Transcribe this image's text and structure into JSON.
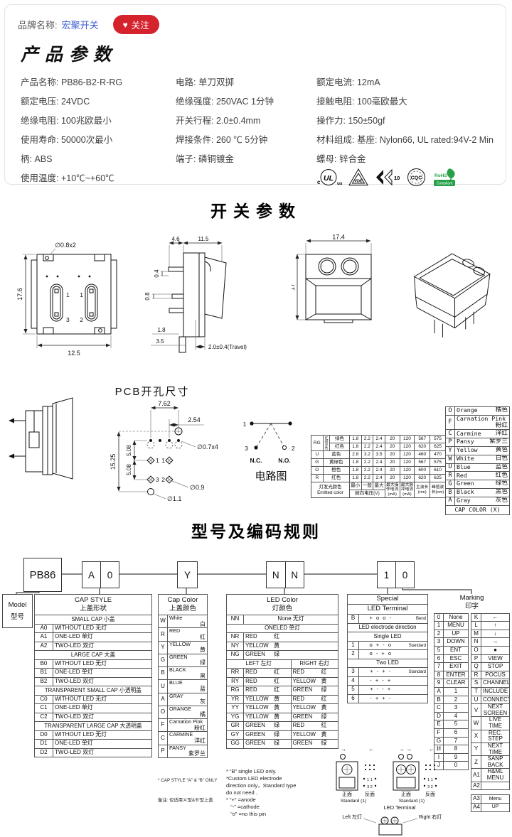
{
  "brand": {
    "label": "品牌名称:",
    "name": "宏聚开关",
    "follow": "关注",
    "heart": "♥"
  },
  "product": {
    "title": "产品参数",
    "rows": [
      [
        "产品名称: PB86-B2-R-RG",
        "电路: 单刀双掷",
        "额定电流: 12mA"
      ],
      [
        "额定电压: 24VDC",
        "绝缘强度: 250VAC 1分钟",
        "接触电阻: 100毫欧最大"
      ],
      [
        "绝缘电阻: 100兆欧最小",
        "开关行程: 2.0±0.4mm",
        "操作力: 150±50gf"
      ],
      [
        "使用寿命: 50000次最小",
        "焊接条件: 260 ℃ 5分钟",
        "材料组成: 基座: Nylon66, UL rated:94V-2 Min"
      ],
      [
        "柄: ABS",
        "端子: 磷铜镀金",
        "螺母: 锌合金"
      ],
      [
        "使用温度: +10℃~+60℃",
        "",
        ""
      ]
    ]
  },
  "certs": {
    "ul_c": "c",
    "ul": "UL",
    "ul_us": "us",
    "vde": "VDE",
    "kc": "10",
    "cqc": "CQC",
    "rohs1": "RoHS",
    "rohs2": "Compliant"
  },
  "s1": {
    "title": "开关参数",
    "bv": {
      "dia": "∅0.8x2",
      "h": "17.6",
      "w": "12.5",
      "p_tl": "1",
      "p_tr": "1",
      "p_bl": "3",
      "p_br": "2"
    },
    "sv": {
      "d46": "4.6",
      "d115": "11.5",
      "d04": "0.4",
      "d08": "0.8",
      "d18": "1.8",
      "d35": "3.5",
      "travel": "2.0±0.4(Travel)"
    },
    "fv": {
      "w": "17.4",
      "h": "17"
    }
  },
  "pcb": {
    "title": "PCB开孔尺寸",
    "d762": "7.62",
    "d254": "2.54",
    "d1525": "15.25",
    "d508a": "5.08",
    "d508b": "5.08",
    "h07": "∅0.7x4",
    "h09": "∅0.9",
    "h11": "∅1.1",
    "p1": "1",
    "p1b": "1",
    "p3": "3",
    "p2": "2"
  },
  "circuit": {
    "n1": "1",
    "n3": "3",
    "n2": "2",
    "nc": "N.C.",
    "no": "N.O.",
    "title": "电路图"
  },
  "led_spec": {
    "rg_code": "RG",
    "rg_vert": "红绿双色",
    "rg_rows": [
      [
        "绿色",
        "1.8",
        "2.2",
        "2.4",
        "20",
        "120",
        "567",
        "575"
      ],
      [
        "红色",
        "1.8",
        "2.2",
        "2.4",
        "20",
        "120",
        "620",
        "625"
      ]
    ],
    "rows": [
      [
        "U",
        "蓝色",
        "2.8",
        "3.2",
        "3.5",
        "20",
        "120",
        "460",
        "470"
      ],
      [
        "G",
        "黄绿色",
        "1.8",
        "2.2",
        "2.4",
        "20",
        "120",
        "567",
        "575"
      ],
      [
        "O",
        "橙色",
        "1.8",
        "2.2",
        "2.4",
        "20",
        "120",
        "600",
        "610"
      ],
      [
        "R",
        "红色",
        "1.8",
        "2.2",
        "2.4",
        "20",
        "120",
        "620",
        "625"
      ]
    ],
    "f_label1": "灯发光颜色",
    "f_label2": "Emitted color",
    "f_min": "最小",
    "f_typ": "一般",
    "f_max": "最大",
    "f_volt": "顺向电压(V)",
    "f_op": "最大操\n作电流\n(mA)",
    "f_pulse": "最大脉\n冲电流\n(mA)",
    "f_dom": "主波长\n(nm)",
    "f_peak": "峰值波\n长(nm)"
  },
  "cap_color_x": {
    "rows": [
      [
        "O",
        "Orange",
        "橘色"
      ],
      [
        "F",
        "Carnation Pink",
        "粉红"
      ],
      [
        "C",
        "Carmine",
        "洋红"
      ],
      [
        "P",
        "Pansy",
        "紫罗兰"
      ],
      [
        "Y",
        "Yellow",
        "黄色"
      ],
      [
        "W",
        "White",
        "白色"
      ],
      [
        "U",
        "Blue",
        "蓝色"
      ],
      [
        "R",
        "Red",
        "红色"
      ],
      [
        "G",
        "Green",
        "绿色"
      ],
      [
        "B",
        "Black",
        "黑色"
      ],
      [
        "A",
        "Gray",
        "灰色"
      ]
    ],
    "footer": "CAP COLOR (X)"
  },
  "s2": {
    "title": "型号及编码规则"
  },
  "coding": {
    "model": "PB86",
    "a": "A",
    "a0": "0",
    "y": "Y",
    "n1": "N",
    "n2": "N",
    "m1": "1",
    "m0": "0"
  },
  "model_box": {
    "en": "Model",
    "cn": "型号"
  },
  "cap_style": {
    "en": "CAP STYLE",
    "cn": "上盖形状",
    "groups": [
      {
        "h": "SMALL CAP 小盖",
        "rows": [
          [
            "A0",
            "WITHOUT LED 无灯"
          ],
          [
            "A1",
            "ONE-LED 单灯"
          ],
          [
            "A2",
            "TWO-LED 双灯"
          ]
        ]
      },
      {
        "h": "LARGE CAP 大盖",
        "rows": [
          [
            "B0",
            "WITHOUT LED 无灯"
          ],
          [
            "B1",
            "ONE-LED 单灯"
          ],
          [
            "B2",
            "TWO-LED 双灯"
          ]
        ]
      },
      {
        "h": "TRANSPARENT SMALL CAP 小透明盖",
        "rows": [
          [
            "C0",
            "WITHOUT LED 无灯"
          ],
          [
            "C1",
            "ONE-LED 单灯"
          ],
          [
            "C2",
            "TWO-LED 双灯"
          ]
        ]
      },
      {
        "h": "TRANSPARENT LARGE CAP 大透明盖",
        "rows": [
          [
            "D0",
            "WITHOUT LED 无灯"
          ],
          [
            "D1",
            "ONE-LED 单灯"
          ],
          [
            "D2",
            "TWO-LED 双灯"
          ]
        ]
      }
    ]
  },
  "cap_color": {
    "en": "Cap Color",
    "cn": "上盖颜色",
    "rows": [
      [
        "W",
        "White",
        "白"
      ],
      [
        "R",
        "RED",
        "红"
      ],
      [
        "Y",
        "YELLOW",
        "黄"
      ],
      [
        "G",
        "GREEN",
        "绿"
      ],
      [
        "B",
        "BLACK",
        "黑"
      ],
      [
        "U",
        "BLUE",
        "蓝"
      ],
      [
        "A",
        "GRAY",
        "灰"
      ],
      [
        "O",
        "ORANGE",
        "橘"
      ],
      [
        "F",
        "Carnation Pink",
        "粉红"
      ],
      [
        "C",
        "CARMINE",
        "洋红"
      ],
      [
        "P",
        "PANSY",
        "紫罗兰"
      ]
    ],
    "note1": "* CAP STYLE “A” & “B” ONLY",
    "note2": "备注: 仅适用'A'型&'B'型上盖"
  },
  "led_color": {
    "en": "LED Color",
    "cn": "灯颜色",
    "nn": "NN",
    "nn_label": "None 无灯",
    "one_h": "ONELED 单灯",
    "one_rows": [
      [
        "NR",
        "RED",
        "红"
      ],
      [
        "NY",
        "YELLOW",
        "黄"
      ],
      [
        "NG",
        "GREEN",
        "绿"
      ]
    ],
    "left_h": "LEFT 左灯",
    "right_h": "RIGHT 右灯",
    "two_rows": [
      [
        "RR",
        "RED",
        "红",
        "RED",
        "红"
      ],
      [
        "RY",
        "RED",
        "红",
        "YELLOW",
        "黄"
      ],
      [
        "RG",
        "RED",
        "红",
        "GREEN",
        "绿"
      ],
      [
        "YR",
        "YELLOW",
        "黄",
        "RED",
        "红"
      ],
      [
        "YY",
        "YELLOW",
        "黄",
        "YELLOW",
        "黄"
      ],
      [
        "YG",
        "YELLOW",
        "黄",
        "GREEN",
        "绿"
      ],
      [
        "GR",
        "GREEN",
        "绿",
        "RED",
        "红"
      ],
      [
        "GY",
        "GREEN",
        "绿",
        "YELLOW",
        "黄"
      ],
      [
        "GG",
        "GREEN",
        "绿",
        "GREEN",
        "绿"
      ]
    ]
  },
  "special": {
    "en": "Special",
    "sub": "LED Terminal",
    "bend": [
      "B",
      "+ o o -",
      "Bend"
    ],
    "dir_h": "LED electrode direction",
    "single_h": "Single LED",
    "single_rows": [
      [
        "1",
        "o + - o",
        "Standard"
      ],
      [
        "2",
        "o - + o",
        ""
      ]
    ],
    "two_h": "Two LED",
    "two_rows": [
      [
        "3",
        "+ - + -",
        "Standard"
      ],
      [
        "4",
        "- + - +",
        ""
      ],
      [
        "5",
        "+ - - +",
        ""
      ],
      [
        "6",
        "- + + -",
        ""
      ]
    ]
  },
  "marking": {
    "en": "Marking",
    "cn": "印字",
    "left_rows": [
      [
        "0",
        "None"
      ],
      [
        "1",
        "MENU"
      ],
      [
        "2",
        "UP"
      ],
      [
        "3",
        "DOWN"
      ],
      [
        "5",
        "ENT"
      ],
      [
        "6",
        "ESC"
      ],
      [
        "7",
        "EXIT"
      ],
      [
        "8",
        "ENTER"
      ],
      [
        "9",
        "CLEAR"
      ],
      [
        "A",
        "1"
      ],
      [
        "B",
        "2"
      ],
      [
        "C",
        "3"
      ],
      [
        "D",
        "4"
      ],
      [
        "E",
        "5"
      ],
      [
        "F",
        "6"
      ],
      [
        "G",
        "7"
      ],
      [
        "H",
        "8"
      ],
      [
        "I",
        "9"
      ],
      [
        "J",
        "0"
      ]
    ],
    "right_rows": [
      [
        "K",
        "←"
      ],
      [
        "L",
        "↑"
      ],
      [
        "M",
        "↓"
      ],
      [
        "N",
        "→"
      ],
      [
        "O",
        "●"
      ],
      [
        "P",
        "VIEW"
      ],
      [
        "Q",
        "STOP"
      ],
      [
        "R",
        "POCUS"
      ],
      [
        "S",
        "CHANNEL"
      ],
      [
        "T",
        "INCLUDE"
      ],
      [
        "U",
        "CONNECT"
      ],
      [
        "V",
        "NEXT\nSCREEN"
      ],
      [
        "W",
        "LIVE\nTIME"
      ],
      [
        "X",
        "REC.\nSTEP"
      ],
      [
        "Y",
        "NEXT\nTIME"
      ],
      [
        "Z",
        "SANP\nBACK"
      ],
      [
        "A1",
        "H&ML\nMENU"
      ]
    ],
    "a2": "A2",
    "a3": "A3",
    "a3_label": "Menu",
    "a4": "A4",
    "a4_label": "UP"
  },
  "notes": {
    "lines": [
      "* “B” single LED only.",
      "*Custom LED electrode",
      "direction only，Standard type",
      "do not need .",
      "* “+” =anode",
      "   “-” =cathode",
      "   “o” =no this pin"
    ]
  },
  "term": {
    "arrow_r": "→",
    "arrow_l": "←",
    "arrow_rr": "→ →",
    "arrow_ll": "← ←",
    "front": "正面",
    "back": "反面",
    "std": "Standard (1)",
    "title": "LED Terminal",
    "left": "Left 左灯",
    "right": "Right 右灯",
    "pins_r1": "1    1",
    "pins_r2": "3    2"
  }
}
